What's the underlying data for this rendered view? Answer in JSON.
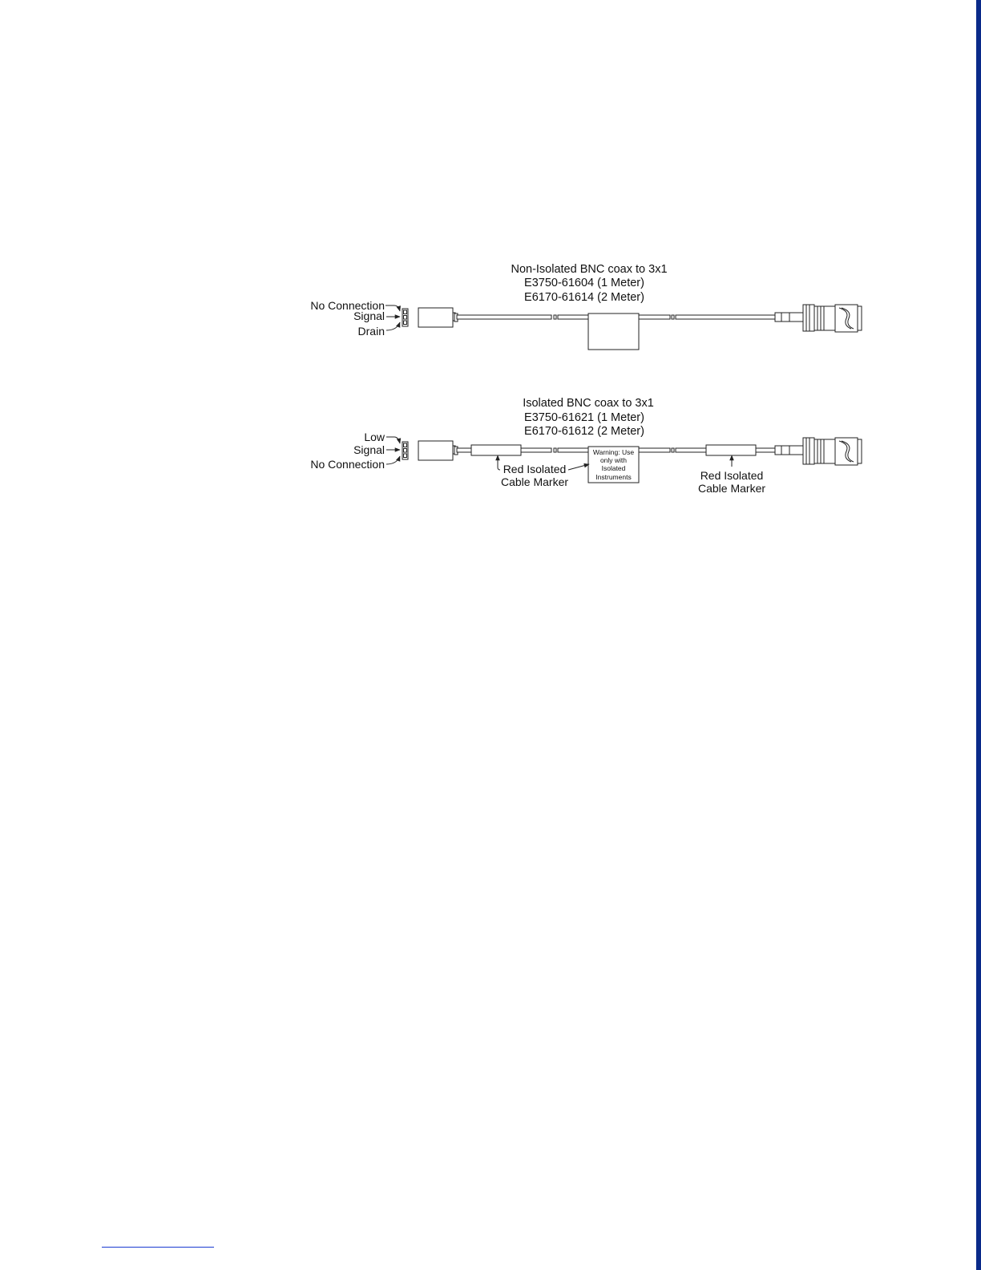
{
  "colors": {
    "line": "#222222",
    "text": "#111111",
    "accent_bar": "#0a2a8a",
    "footer_rule": "#1a3ad0"
  },
  "cable_top": {
    "title_lines": [
      "Non-Isolated BNC coax to 3x1",
      "E3750-61604 (1 Meter)",
      "E6170-61614 (2 Meter)"
    ],
    "pin_labels": [
      "No Connection",
      "Signal",
      "Drain"
    ]
  },
  "cable_bottom": {
    "title_lines": [
      "Isolated BNC coax to 3x1",
      "E3750-61621 (1 Meter)",
      "E6170-61612 (2 Meter)"
    ],
    "pin_labels": [
      "Low",
      "Signal",
      "No Connection"
    ],
    "warning_lines": [
      "Warning: Use",
      "only with",
      "Isolated",
      "Instruments"
    ],
    "marker_left_lines": [
      "Red Isolated",
      "Cable Marker"
    ],
    "marker_right_lines": [
      "Red Isolated",
      "Cable Marker"
    ]
  }
}
